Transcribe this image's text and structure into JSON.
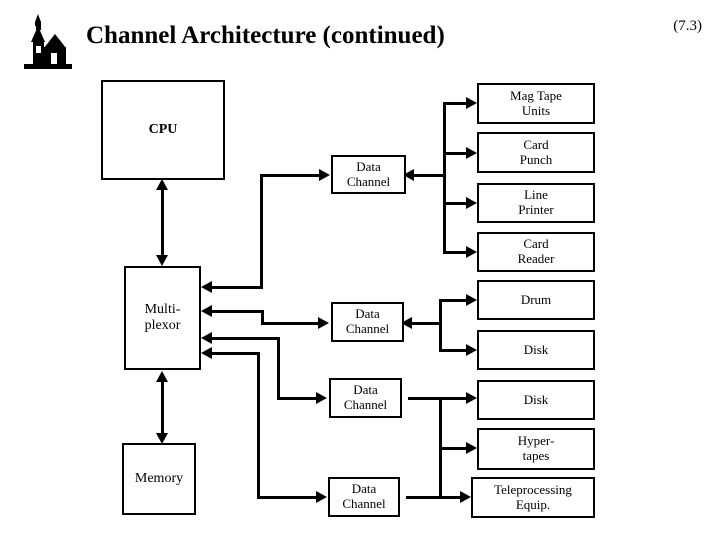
{
  "slide": {
    "title": "Channel Architecture (continued)",
    "number": "(7.3)",
    "logo_icon": "church-silhouette-icon"
  },
  "diagram": {
    "type": "block-diagram",
    "nodes": [
      {
        "id": "cpu",
        "label": "CPU",
        "lines": [
          "CPU"
        ]
      },
      {
        "id": "mux",
        "label": "Multi-plexor",
        "lines": [
          "Multi-",
          "plexor"
        ]
      },
      {
        "id": "memory",
        "label": "Memory",
        "lines": [
          "Memory"
        ]
      },
      {
        "id": "dc1",
        "label": "Data Channel",
        "lines": [
          "Data",
          "Channel"
        ]
      },
      {
        "id": "dc2",
        "label": "Data Channel",
        "lines": [
          "Data",
          "Channel"
        ]
      },
      {
        "id": "dc3",
        "label": "Data Channel",
        "lines": [
          "Data",
          "Channel"
        ]
      },
      {
        "id": "dc4",
        "label": "Data Channel",
        "lines": [
          "Data",
          "Channel"
        ]
      },
      {
        "id": "magtape",
        "label": "Mag Tape Units",
        "lines": [
          "Mag Tape",
          "Units"
        ]
      },
      {
        "id": "punch",
        "label": "Card Punch",
        "lines": [
          "Card",
          "Punch"
        ]
      },
      {
        "id": "printer",
        "label": "Line Printer",
        "lines": [
          "Line",
          "Printer"
        ]
      },
      {
        "id": "reader",
        "label": "Card Reader",
        "lines": [
          "Card",
          "Reader"
        ]
      },
      {
        "id": "drum",
        "label": "Drum",
        "lines": [
          "Drum"
        ]
      },
      {
        "id": "disk1",
        "label": "Disk",
        "lines": [
          "Disk"
        ]
      },
      {
        "id": "disk2",
        "label": "Disk",
        "lines": [
          "Disk"
        ]
      },
      {
        "id": "hyper",
        "label": "Hyper-tapes",
        "lines": [
          "Hyper-",
          "tapes"
        ]
      },
      {
        "id": "tele",
        "label": "Teleprocessing Equip.",
        "lines": [
          "Teleprocessing",
          "Equip."
        ]
      }
    ],
    "edges": [
      {
        "from": "cpu",
        "to": "mux",
        "direction": "bidirectional"
      },
      {
        "from": "mux",
        "to": "memory",
        "direction": "bidirectional"
      },
      {
        "from": "mux",
        "to": "dc1",
        "direction": "to"
      },
      {
        "from": "dc2",
        "to": "mux",
        "direction": "to"
      },
      {
        "from": "mux",
        "to": "dc3",
        "direction": "to"
      },
      {
        "from": "mux",
        "to": "dc4",
        "direction": "to"
      },
      {
        "from": "dc1",
        "to": "magtape",
        "direction": "to"
      },
      {
        "from": "dc1",
        "to": "punch",
        "direction": "to"
      },
      {
        "from": "dc1",
        "to": "printer",
        "direction": "to"
      },
      {
        "from": "dc1",
        "to": "reader",
        "direction": "to"
      },
      {
        "from": "drum",
        "to": "dc2",
        "direction": "to"
      },
      {
        "from": "disk1",
        "to": "dc2",
        "direction": "to"
      },
      {
        "from": "dc3",
        "to": "disk2",
        "direction": "to"
      },
      {
        "from": "dc3",
        "to": "hyper",
        "direction": "to"
      },
      {
        "from": "dc4",
        "to": "tele",
        "direction": "to"
      }
    ],
    "colors": {
      "line": "#000000",
      "box_fill": "#ffffff",
      "text": "#000000"
    }
  }
}
